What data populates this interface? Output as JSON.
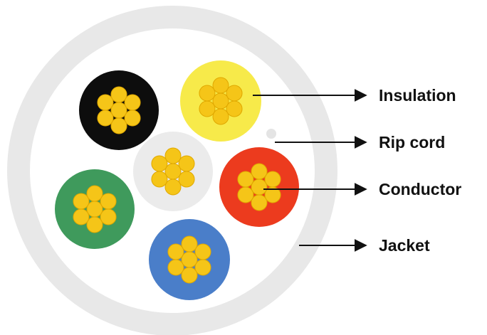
{
  "diagram": {
    "labels": {
      "insulation": "Insulation",
      "rip_cord": "Rip cord",
      "conductor": "Conductor",
      "jacket": "Jacket"
    },
    "colors": {
      "jacket_ring": "#e8e8e8",
      "jacket_fill": "#ffffff",
      "conductor_strand": "#f5c518",
      "conductor_strand_edge": "#e0a800",
      "rip_cord": "#e4e4e4",
      "arrow": "#111111",
      "cores": {
        "black": "#0d0d0d",
        "yellow": "#f7ea4a",
        "white": "#ebebeb",
        "red": "#ec3b1e",
        "green": "#3f9a5c",
        "blue": "#4a7ec9"
      }
    }
  }
}
